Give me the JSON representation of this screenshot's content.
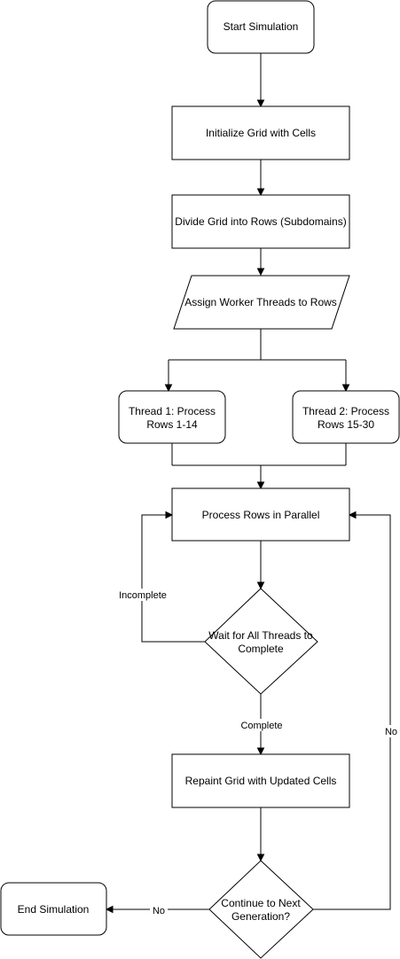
{
  "diagram": {
    "nodes": {
      "start": {
        "label": "Start Simulation"
      },
      "init": {
        "label": "Initialize Grid with Cells"
      },
      "divide": {
        "label": "Divide Grid into Rows (Subdomains)"
      },
      "assign": {
        "label": "Assign Worker Threads to Rows"
      },
      "thread1": {
        "line1": "Thread 1: Process",
        "line2": "Rows 1-14"
      },
      "thread2": {
        "line1": "Thread 2: Process",
        "line2": "Rows 15-30"
      },
      "process": {
        "label": "Process Rows in Parallel"
      },
      "wait": {
        "line1": "Wait for All Threads to",
        "line2": "Complete"
      },
      "repaint": {
        "label": "Repaint Grid with Updated Cells"
      },
      "continue": {
        "line1": "Continue to Next",
        "line2": "Generation?"
      },
      "end": {
        "label": "End Simulation"
      }
    },
    "edges": {
      "incomplete": "Incomplete",
      "complete": "Complete",
      "no_loop": "No",
      "no_end": "No"
    }
  }
}
